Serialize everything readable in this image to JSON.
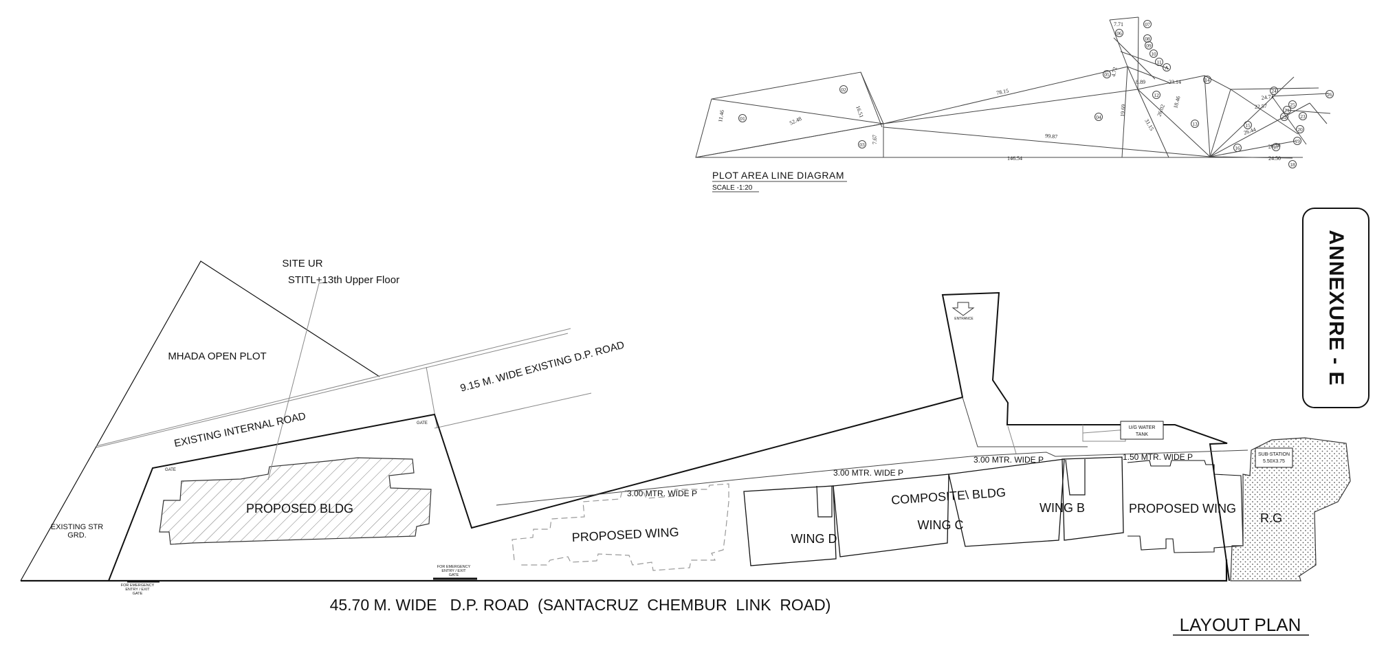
{
  "annexure": {
    "label": "ANNEXURE - E"
  },
  "line_diagram": {
    "title": "PLOT AREA LINE DIAGRAM",
    "scale": "SCALE -1:20",
    "points": [
      "01",
      "02",
      "03",
      "04",
      "05",
      "06",
      "07",
      "08",
      "09",
      "10",
      "11",
      "12",
      "13",
      "14",
      "15",
      "16",
      "17",
      "18",
      "19",
      "20",
      "21",
      "22",
      "23",
      "24",
      "25",
      "26",
      "A"
    ],
    "dims": {
      "d_146_54": "146.54",
      "d_52_48": "52.48",
      "d_11_46": "11.46",
      "d_16_51": "16.51",
      "d_7_67": "7.67",
      "d_78_15": "78.15",
      "d_99_87": "99.87",
      "d_19_69": "19.69",
      "d_31_15": "31.15",
      "d_26_02": "26.02",
      "d_18_46": "18.46",
      "d_23_14": "23.14",
      "d_24_50": "24.50",
      "d_26_28": "26.28",
      "d_26_44": "26.44",
      "d_24_72": "24.72",
      "d_22_57": "22.57",
      "d_7_71": "7.71",
      "d_4_72": "4.72",
      "d_8_89": "8.89"
    }
  },
  "site": {
    "site_ur": "SITE UR",
    "stilt": "STITL+13th Upper Floor",
    "mhada": "MHADA OPEN PLOT",
    "dp_road_915": "9.15 M. WIDE EXISTING D.P. ROAD",
    "internal_road": "EXISTING INTERNAL ROAD",
    "existing_str_1": "EXISTING STR",
    "existing_str_2": "GRD.",
    "gate_1": "GATE",
    "gate_2": "GATE",
    "proposed_bldg": "PROPOSED BLDG",
    "emergency_1": [
      "FOR EMERGENCY",
      "ENTRY / EXIT",
      "GATE"
    ],
    "emergency_2": [
      "FOR EMERGENCY",
      "ENTRY / EXIT",
      "GATE"
    ],
    "entrance": "ENTRANCE",
    "ug_tank_1": "U/G WATER",
    "ug_tank_2": "TANK",
    "substation_1": "SUB-STATION",
    "substation_2": "5.50X3.75",
    "path_1": "3.00 MTR. WIDE P",
    "path_2": "3.00 MTR. WIDE P",
    "path_3": "3.00 MTR. WIDE P",
    "path_4": "1.50 MTR. WIDE P",
    "proposed_wing_left": "PROPOSED WING",
    "proposed_wing_right": "PROPOSED WING",
    "composite": "COMPOSITE\\ BLDG",
    "wing_b": "WING B",
    "wing_c": "WING C",
    "wing_d": "WING D",
    "rg": "R.G",
    "main_road": "45.70 M. WIDE   D.P. ROAD  (SANTACRUZ  CHEMBUR  LINK  ROAD)",
    "layout_plan": "LAYOUT PLAN"
  }
}
